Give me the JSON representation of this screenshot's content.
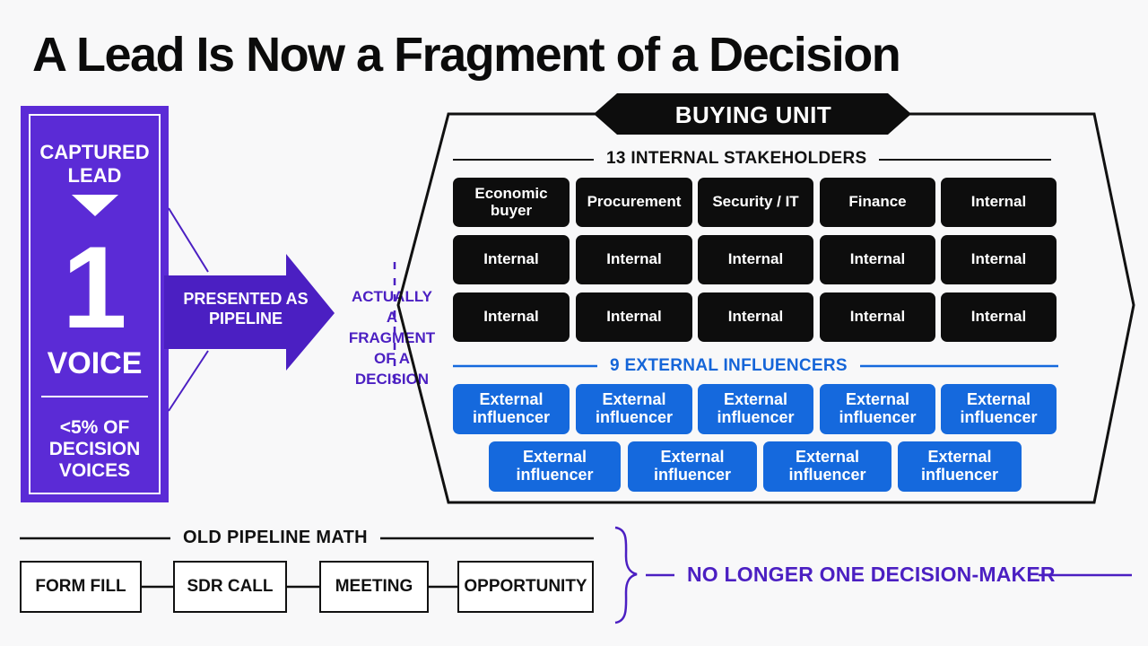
{
  "title": "A Lead Is Now a Fragment of a Decision",
  "colors": {
    "purple": "#5b2bd6",
    "blue": "#1569dd",
    "black": "#0d0d0d"
  },
  "lead": {
    "captured": "CAPTURED\nLEAD",
    "number": "1",
    "voice": "VOICE",
    "share": "<5% OF\nDECISION\nVOICES"
  },
  "arrow_label": "PRESENTED AS\nPIPELINE",
  "fragment_note": "ACTUALLY\nA FRAGMENT\nOF A\nDECISION",
  "buying_unit": {
    "label": "BUYING UNIT",
    "internal_header": "13 INTERNAL STAKEHOLDERS",
    "internal": [
      "Economic buyer",
      "Procurement",
      "Security / IT",
      "Finance",
      "Internal",
      "Internal",
      "Internal",
      "Internal",
      "Internal",
      "Internal",
      "Internal",
      "Internal",
      "Internal",
      "Internal",
      "Internal"
    ],
    "external_header": "9 EXTERNAL INFLUENCERS",
    "external": [
      "External influencer",
      "External influencer",
      "External influencer",
      "External influencer",
      "External influencer",
      "External influencer",
      "External influencer",
      "External influencer",
      "External influencer"
    ]
  },
  "old_pipeline": {
    "label": "OLD PIPELINE MATH",
    "steps": [
      "FORM FILL",
      "SDR CALL",
      "MEETING",
      "OPPORTUNITY"
    ]
  },
  "conclusion": "NO LONGER ONE DECISION-MAKER"
}
